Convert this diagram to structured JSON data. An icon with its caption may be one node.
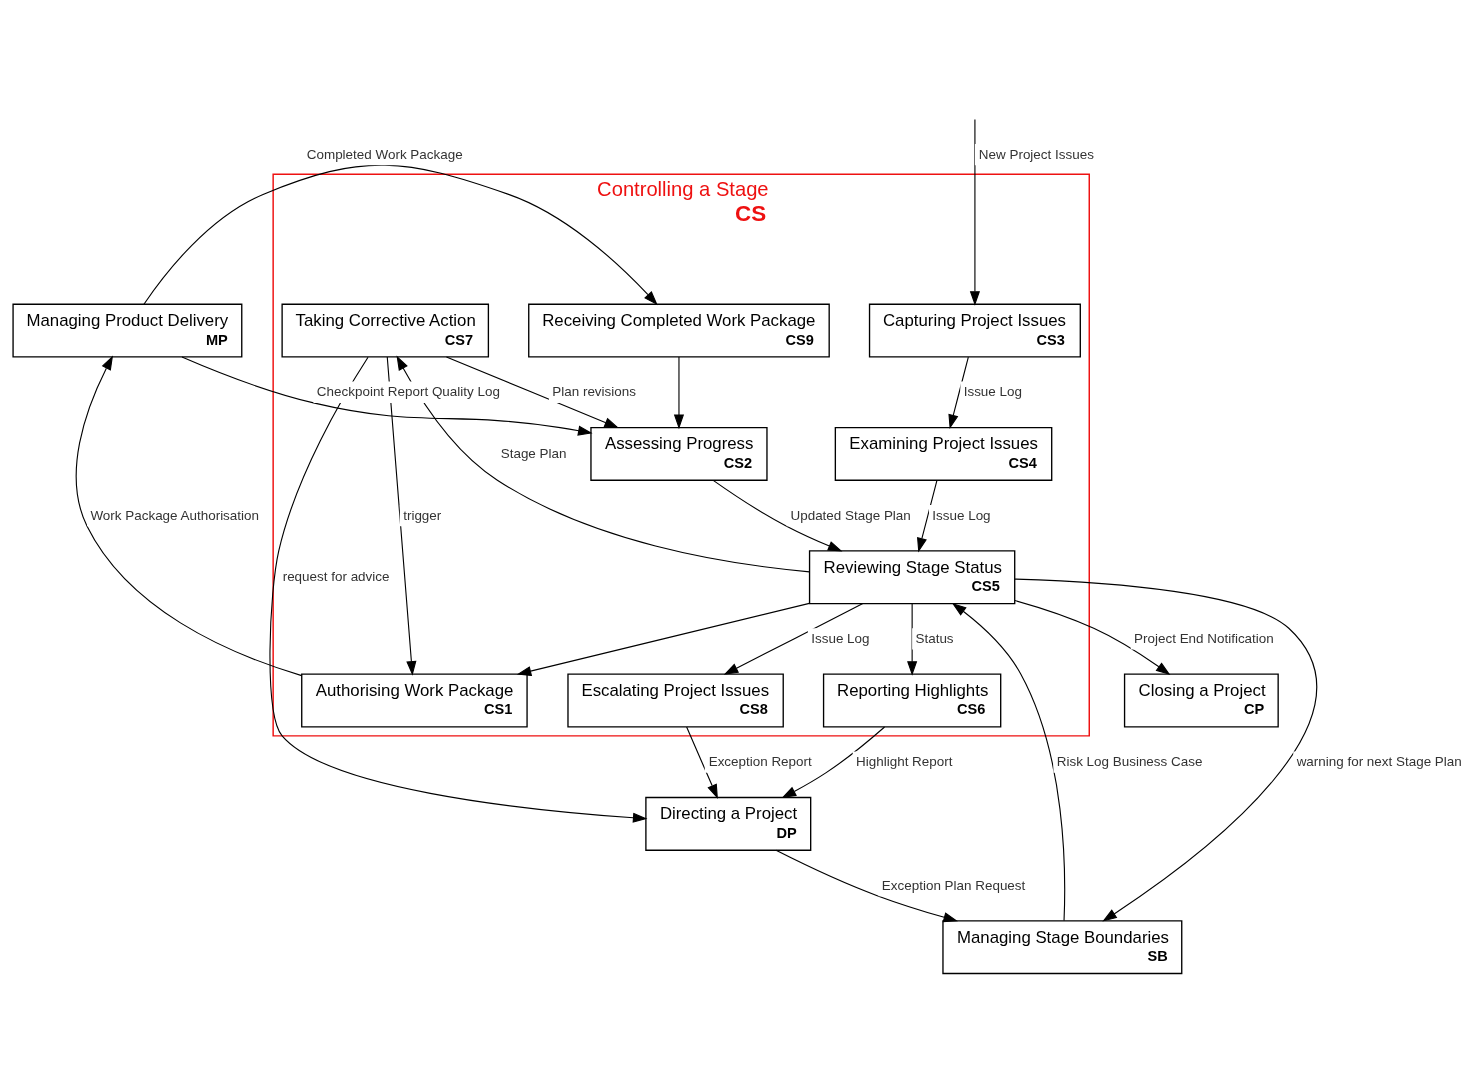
{
  "diagram": {
    "nodes": [
      {
        "text": [
          "Controlling a Stage",
          "CS"
        ]
      },
      {
        "text": [
          "Closing a Project",
          "CP"
        ]
      },
      {
        "text": [
          "Managing Product Delivery",
          "MP"
        ]
      },
      {
        "text": [
          "Taking Corrective Action",
          "CS7"
        ],
        "in": 0
      },
      {
        "text": [
          "Authorising Work Package",
          "CS1"
        ],
        "in": 0
      },
      {
        "text": [
          "Assessing Progress",
          "CS2"
        ],
        "in": 0
      },
      {
        "text": [
          "Receiving Completed Work Package",
          "CS9"
        ],
        "in": 0
      },
      {
        "text": [
          "Escalating Project Issues",
          "CS8"
        ],
        "in": 0
      },
      {
        "text": [
          "Reviewing Stage Status",
          "CS5"
        ],
        "in": 0
      },
      {
        "text": [
          "Examining Project Issues",
          "CS4"
        ],
        "in": 0
      },
      {
        "text": [
          "Reporting Highlights",
          "CS6"
        ],
        "in": 0
      },
      {
        "text": [
          "Capturing Project Issues",
          "CS3"
        ],
        "in": 0
      },
      {
        "text": [
          "Directing a Project",
          "DP"
        ]
      },
      {
        "text": [
          "Managing Stage Boundaries",
          "SB"
        ]
      }
    ],
    "edges": [
      {
        "from": 8,
        "to": 1,
        "arrow": "to",
        "label": "Project End Notification"
      },
      {
        "from": 3,
        "to": 12,
        "arrow": "to",
        "label": "request for advice"
      },
      {
        "from": 8,
        "to": 3,
        "arrow": "to",
        "label": "Stage Plan"
      },
      {
        "from": 3,
        "to": 4,
        "arrow": "to",
        "label": "trigger"
      },
      {
        "from": 3,
        "to": 5,
        "arrow": "to",
        "label": "Plan revisions"
      },
      {
        "from": 4,
        "to": 2,
        "arrow": "to",
        "label": "Work Package Authorisation"
      },
      {
        "from": 2,
        "to": 5,
        "arrow": "to",
        "label": "Checkpoint Report Quality Log"
      },
      {
        "from": 2,
        "to": 6,
        "arrow": "to",
        "label": "Completed Work Package"
      },
      {
        "from": 6,
        "to": 5,
        "arrow": "to"
      },
      {
        "from": 5,
        "to": 8,
        "arrow": "to",
        "label": "Updated Stage Plan"
      },
      {
        "from": 8,
        "to": 4,
        "arrow": "to"
      },
      {
        "from": 9,
        "to": 8,
        "arrow": "to",
        "label": "Issue Log"
      },
      {
        "from": 11,
        "to": 9,
        "arrow": "to",
        "label": "Issue Log"
      },
      {
        "from": null,
        "to": 11,
        "arrow": "to",
        "label": "New Project Issues"
      },
      {
        "from": 8,
        "to": 7,
        "arrow": "to",
        "label": "Issue Log"
      },
      {
        "from": 8,
        "to": 10,
        "arrow": "to",
        "label": "Status"
      },
      {
        "from": 7,
        "to": 12,
        "arrow": "to",
        "label": "Exception Report"
      },
      {
        "from": 10,
        "to": 12,
        "arrow": "to",
        "label": "Highlight Report"
      },
      {
        "from": 8,
        "to": 13,
        "arrow": "to",
        "label": "warning for next Stage Plan"
      },
      {
        "from": 13,
        "to": 8,
        "arrow": "to",
        "label": "Risk Log Business Case"
      },
      {
        "from": 12,
        "to": 13,
        "arrow": "to",
        "label": "Exception Plan Request"
      }
    ]
  }
}
